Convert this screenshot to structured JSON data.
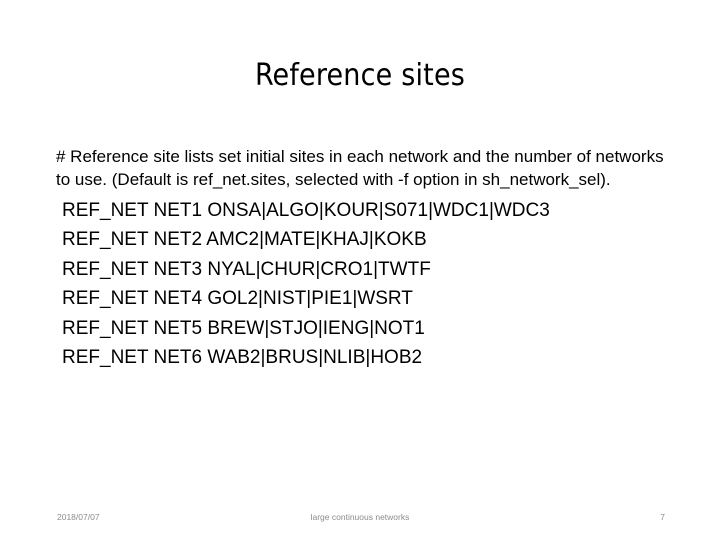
{
  "slide": {
    "title": "Reference sites",
    "intro_paragraph": "#  Reference site lists set initial sites in each network and the number of networks to use. (Default is ref_net.sites, selected with -f option in sh_network_sel).",
    "ref_net_lines": [
      "REF_NET NET1 ONSA|ALGO|KOUR|S071|WDC1|WDC3",
      "REF_NET NET2 AMC2|MATE|KHAJ|KOKB",
      "REF_NET NET3 NYAL|CHUR|CRO1|TWTF",
      "REF_NET NET4 GOL2|NIST|PIE1|WSRT",
      "REF_NET NET5 BREW|STJO|IENG|NOT1",
      "REF_NET NET6 WAB2|BRUS|NLIB|HOB2"
    ]
  },
  "footer": {
    "date": "2018/07/07",
    "center_text": "large continuous networks",
    "page_number": "7"
  },
  "colors": {
    "background": "#ffffff",
    "text": "#000000",
    "footer_text": "#8c8c8c"
  }
}
